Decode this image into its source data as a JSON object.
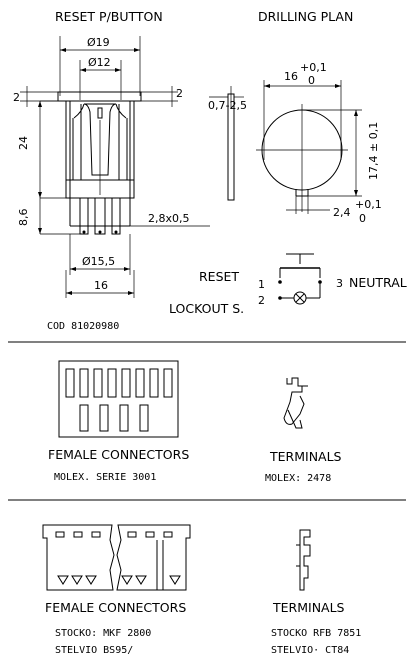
{
  "top": {
    "reset_button_title": "RESET P/BUTTON",
    "drilling_plan_title": "DRILLING PLAN",
    "dims": {
      "d19": "Ø19",
      "d12": "Ø12",
      "two_left": "2",
      "two_right": "2",
      "h24": "24",
      "h86": "8,6",
      "pin": "2,8x0,5",
      "d155": "Ø15,5",
      "w16": "16",
      "panel": "0,7-2,5",
      "hole_w": "16",
      "hole_w_tol_plus": "+0,1",
      "hole_w_tol_zero": "0",
      "hole_h": "17,4 ± 0,1",
      "notch": "2,4",
      "notch_tol_plus": "+0,1",
      "notch_tol_zero": "0"
    },
    "code": "COD  81020980"
  },
  "circuit": {
    "reset_label": "RESET",
    "lockout_label": "LOCKOUT S.",
    "pin1": "1",
    "pin2": "2",
    "pin3": "3",
    "neutral_label": "NEUTRAL"
  },
  "molex": {
    "connectors_title": "FEMALE CONNECTORS",
    "connectors_series": "MOLEX. SERIE 3001",
    "terminals_title": "TERMINALS",
    "terminals_code": "MOLEX: 2478"
  },
  "stocko": {
    "connectors_title": "FEMALE CONNECTORS",
    "connectors_line1": "STOCKO: MKF 2800",
    "connectors_line2": "STELVIO  BS95/",
    "terminals_title": "TERMINALS",
    "terminals_line1": "STOCKO  RFB 7851",
    "terminals_line2": "STELVIO· CT84"
  }
}
